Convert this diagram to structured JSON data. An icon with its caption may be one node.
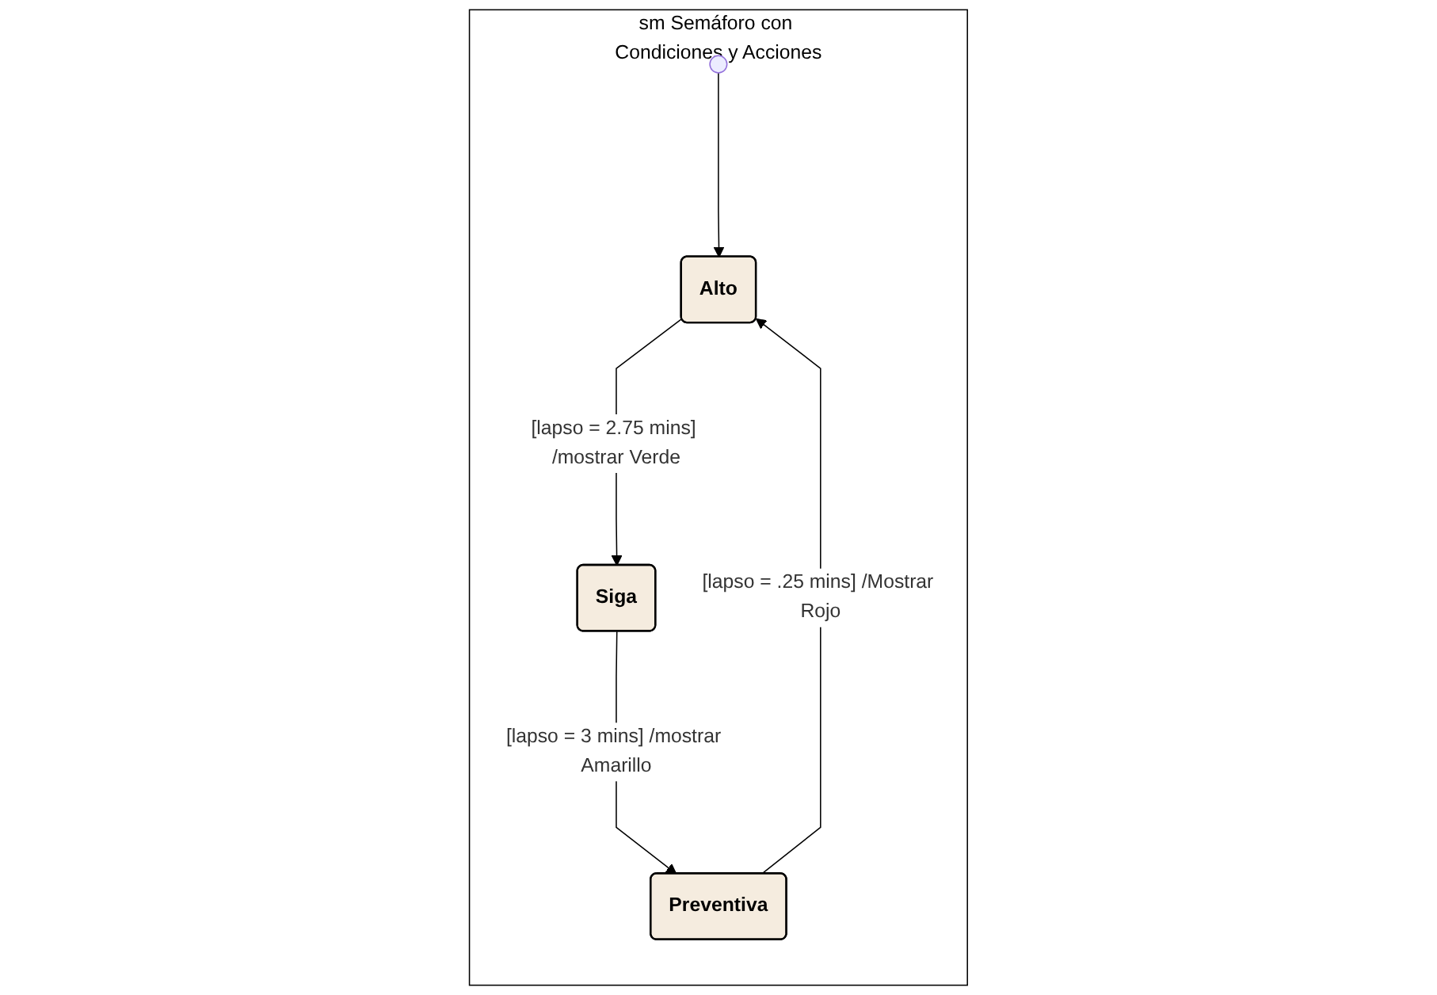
{
  "diagram": {
    "nodes": [
      {
        "text": [
          "sm Semáforo con Condiciones y Acciones"
        ]
      },
      {
        "text": [],
        "shape": "circle",
        "in": 0
      },
      {
        "text": [
          "Alto"
        ],
        "in": 0
      },
      {
        "text": [
          "Siga"
        ],
        "in": 0
      },
      {
        "text": [
          "Preventiva"
        ],
        "in": 0
      }
    ],
    "edges": [
      {
        "from": 1,
        "to": 2,
        "arrow": "to"
      },
      {
        "from": 2,
        "to": 3,
        "arrow": "to",
        "label": "[lapso = 2.75 mins] /mostrar Verde"
      },
      {
        "from": 3,
        "to": 4,
        "arrow": "to",
        "label": "[lapso = 3 mins] /mostrar Amarillo"
      },
      {
        "from": 4,
        "to": 2,
        "arrow": "to",
        "label": "[lapso = .25 mins] /Mostrar Rojo"
      }
    ]
  }
}
